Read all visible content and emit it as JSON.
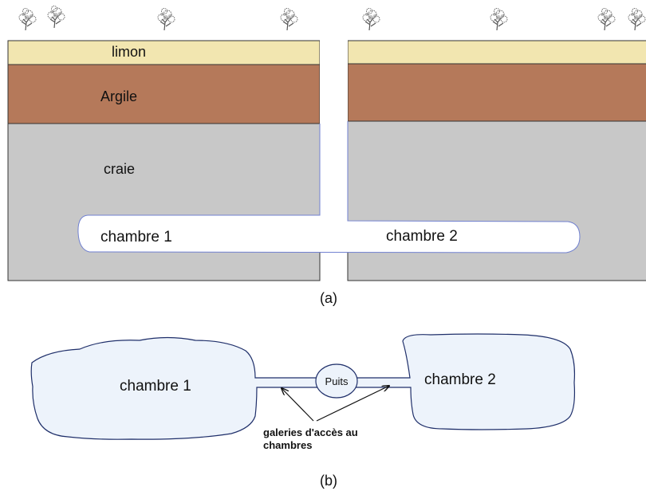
{
  "colors": {
    "background": "#ffffff",
    "limon": "#f2e6b0",
    "argile": "#b5795a",
    "craie": "#c8c8c8",
    "cavity": "#ffffff",
    "cavity_outline": "#7080d0",
    "plan_fill": "#edf3fb",
    "plan_outline": "#1f2f6a",
    "tree": "#555555"
  },
  "icons": {
    "tree": "tree-icon",
    "arrow": "arrow-icon"
  },
  "section_a": {
    "caption": "(a)",
    "layers": {
      "limon": "limon",
      "argile": "Argile",
      "craie": "craie"
    },
    "chambre1": "chambre 1",
    "chambre2": "chambre 2"
  },
  "section_b": {
    "caption": "(b)",
    "chambre1": "chambre 1",
    "chambre2": "chambre 2",
    "puits": "Puits",
    "galeries_line1": "galeries d'accès au",
    "galeries_line2": "chambres"
  }
}
